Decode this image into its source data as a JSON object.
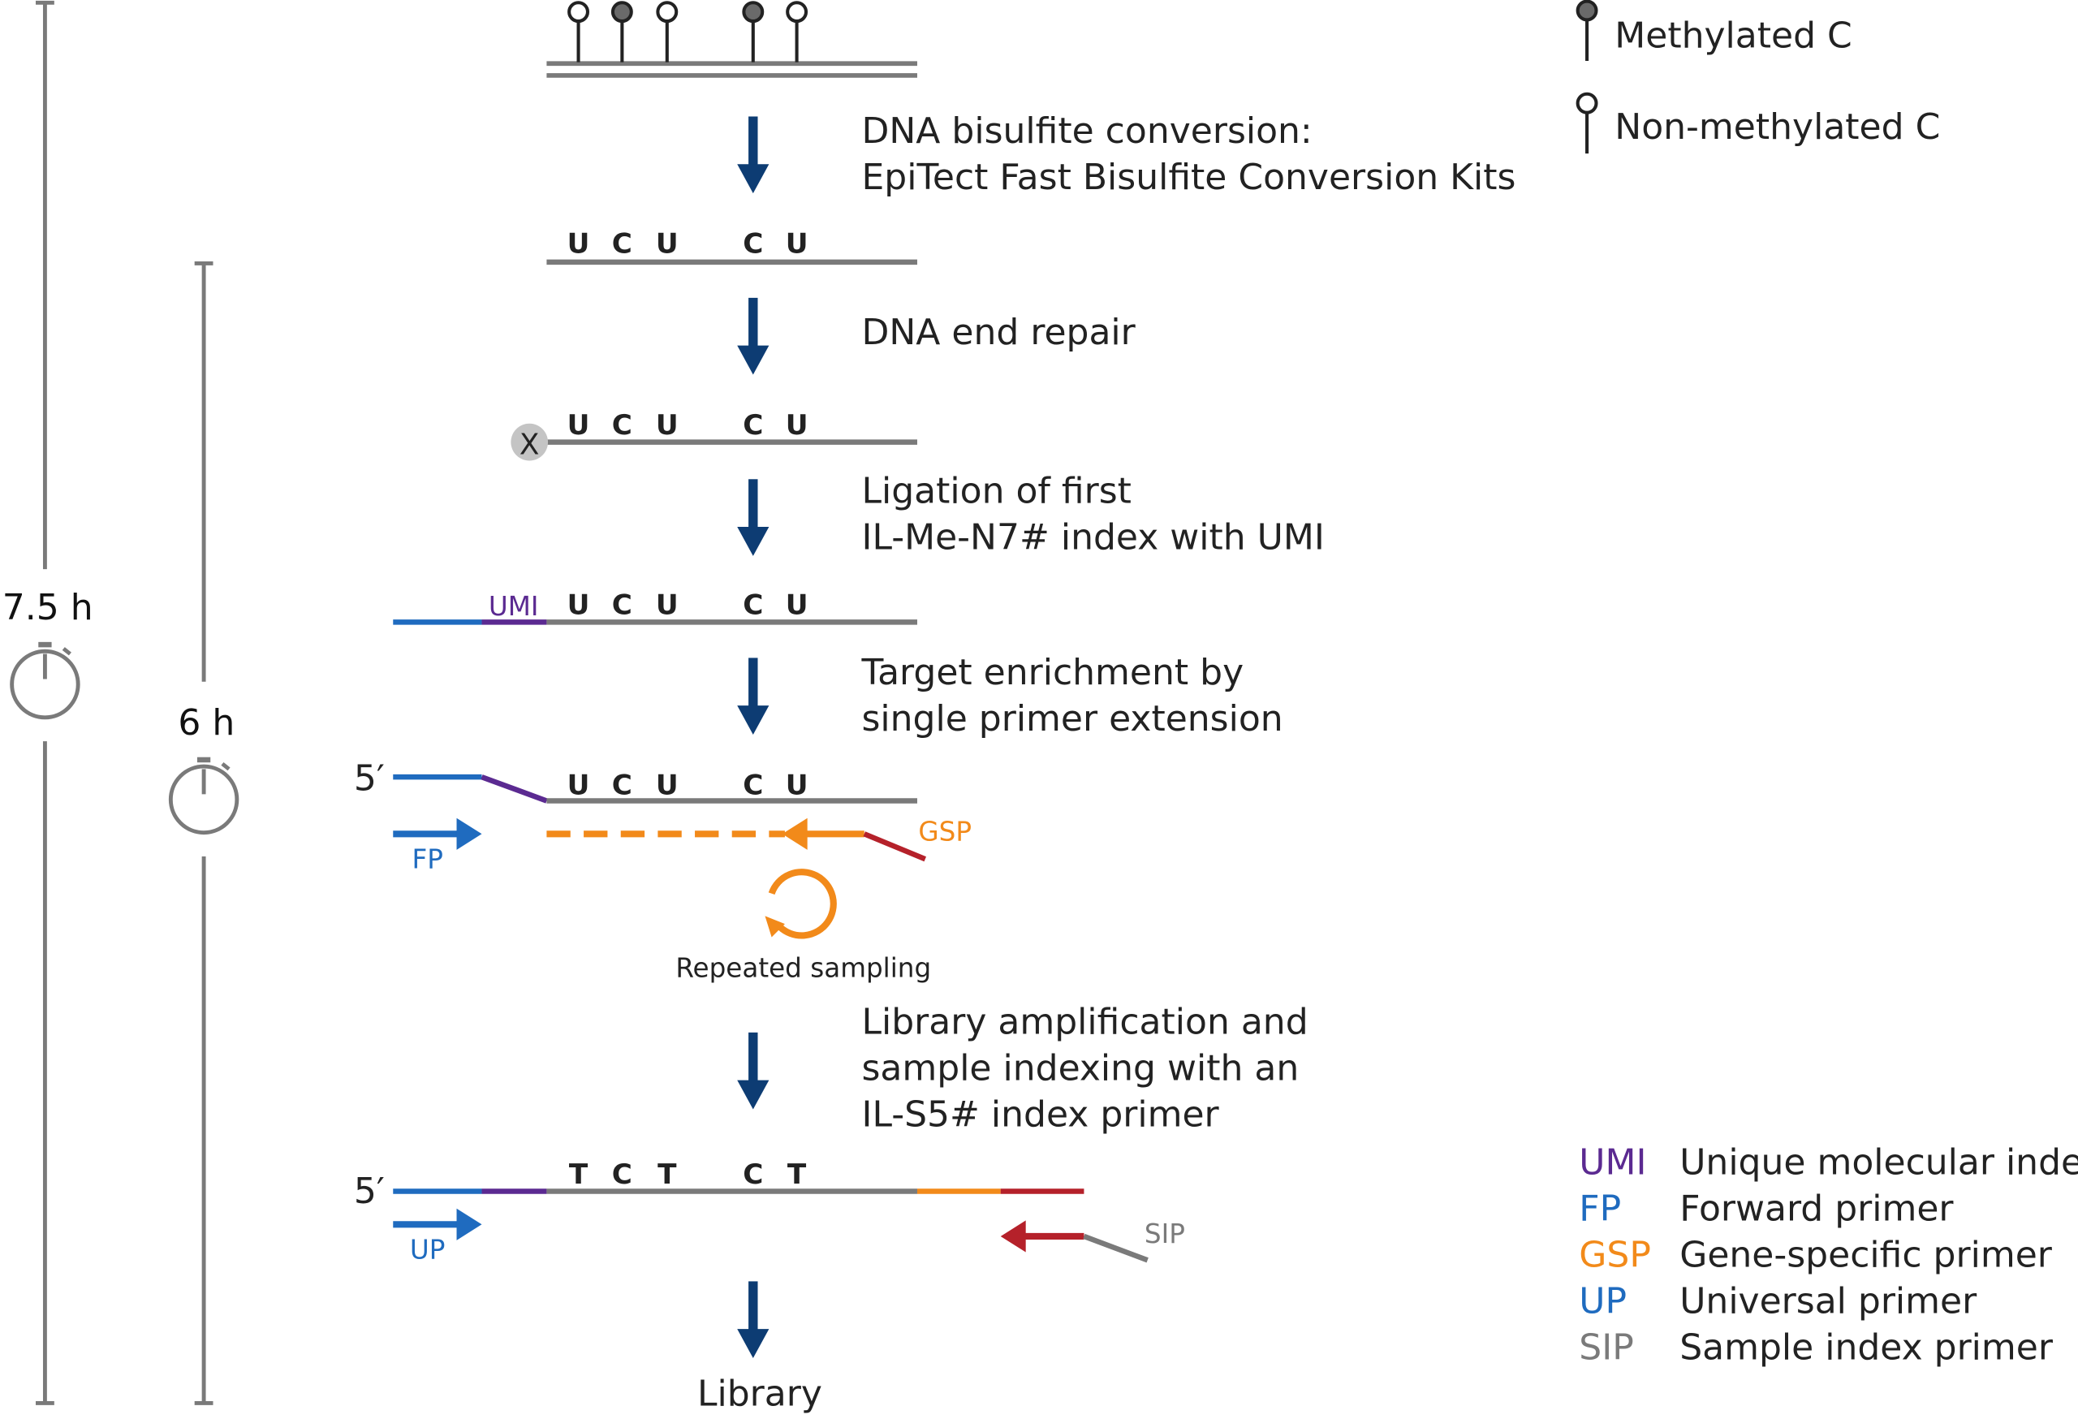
{
  "colors": {
    "strand": "#7a7a7a",
    "arrow": "#0d3c73",
    "blue": "#1f6bbf",
    "purple": "#5b2a91",
    "orange": "#f28a1a",
    "red": "#b5212a"
  },
  "legend_top": [
    {
      "icon": "filled-lollipop",
      "label": "Methylated C"
    },
    {
      "icon": "open-lollipop",
      "label": "Non-methylated C"
    }
  ],
  "steps": [
    {
      "lines": [
        "DNA bisulfite conversion:",
        "EpiTect Fast Bisulfite Conversion Kits"
      ]
    },
    {
      "lines": [
        "DNA end repair"
      ]
    },
    {
      "lines": [
        "Ligation of first",
        "IL-Me-N7# index with UMI"
      ]
    },
    {
      "lines": [
        "Target enrichment by",
        "single primer extension"
      ]
    },
    {
      "lines": [
        "Library amplification and",
        "sample indexing with an",
        "IL-S5# index primer"
      ]
    }
  ],
  "bases_u": [
    "U",
    "C",
    "U",
    "C",
    "U"
  ],
  "bases_t": [
    "T",
    "C",
    "T",
    "C",
    "T"
  ],
  "labels": {
    "umi": "UMI",
    "five_prime": "5′",
    "fp": "FP",
    "gsp": "GSP",
    "up": "UP",
    "sip": "SIP",
    "repeated": "Repeated sampling",
    "library": "Library",
    "end_block": "X"
  },
  "timing": {
    "total": "7.5 h",
    "partial": "6 h"
  },
  "legend_bottom": [
    {
      "abbr": "UMI",
      "desc": "Unique molecular index",
      "color": "#5b2a91"
    },
    {
      "abbr": "FP",
      "desc": "Forward primer",
      "color": "#1f6bbf"
    },
    {
      "abbr": "GSP",
      "desc": "Gene-specific primer",
      "color": "#f28a1a"
    },
    {
      "abbr": "UP",
      "desc": "Universal primer",
      "color": "#1f6bbf"
    },
    {
      "abbr": "SIP",
      "desc": "Sample index primer",
      "color": "#7a7a7a"
    }
  ]
}
